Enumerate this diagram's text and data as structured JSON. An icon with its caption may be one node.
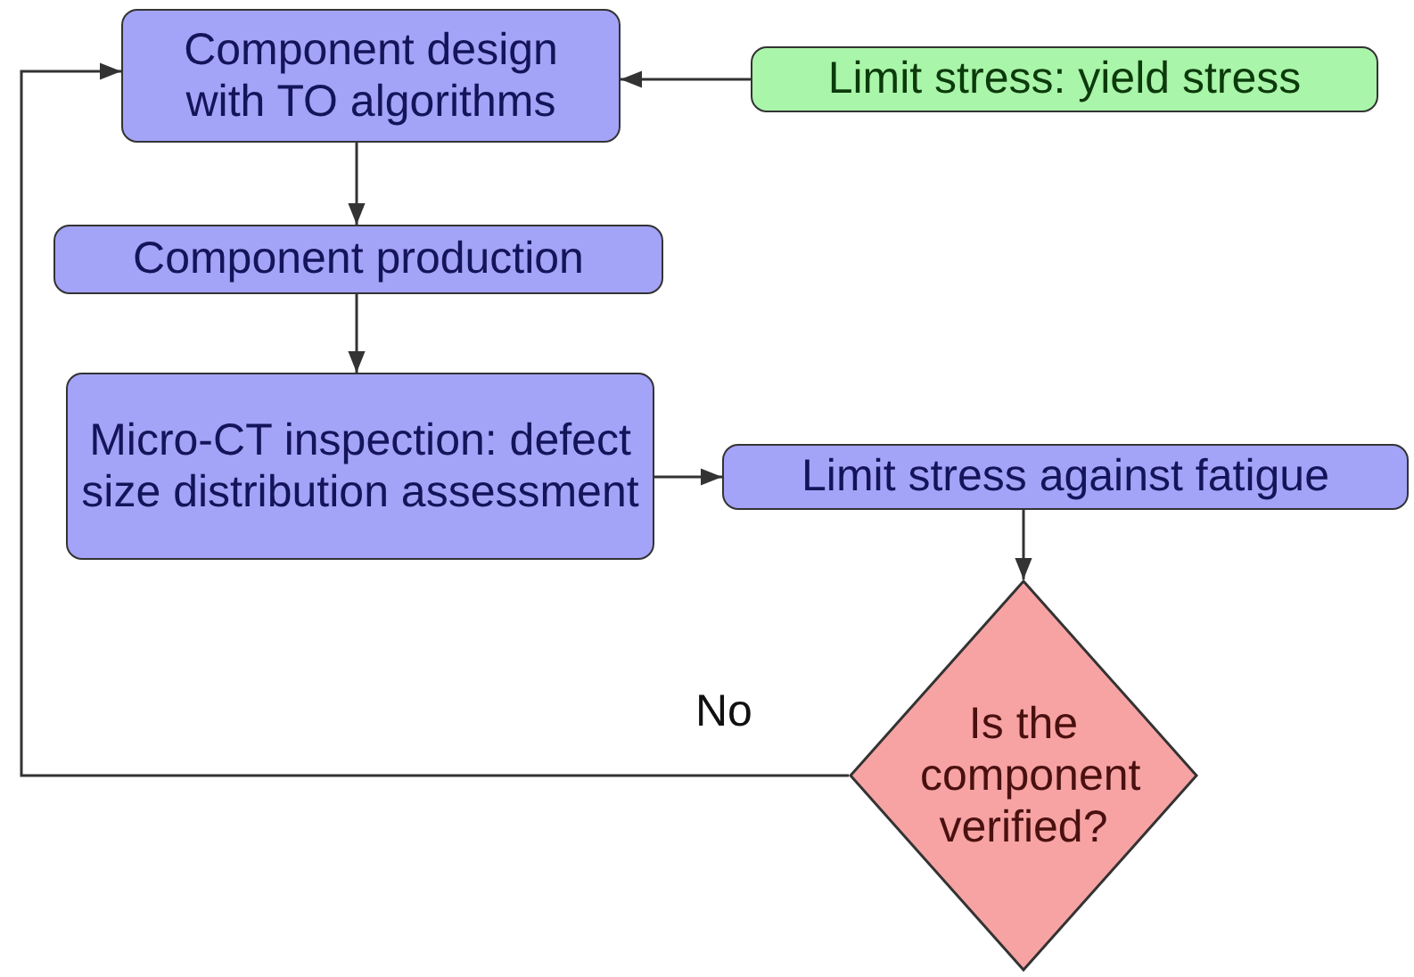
{
  "diagram": {
    "nodes": [
      {
        "text": [
          "Component design with TO algorithms"
        ]
      },
      {
        "text": [
          "Limit stress: yield stress"
        ]
      },
      {
        "text": [
          "Component  production"
        ]
      },
      {
        "text": [
          "Micro-CT inspection: defect size distribution assessment"
        ]
      },
      {
        "text": [
          "Limit stress against fatigue"
        ]
      },
      {
        "text": [
          "Is the component verified?"
        ]
      }
    ],
    "edges": [
      {
        "from": 1,
        "to": 0,
        "arrow": "to"
      },
      {
        "from": 0,
        "to": 2,
        "arrow": "to"
      },
      {
        "from": 2,
        "to": 3,
        "arrow": "to"
      },
      {
        "from": 3,
        "to": 4,
        "arrow": "to"
      },
      {
        "from": 4,
        "to": 5,
        "arrow": "to"
      },
      {
        "from": 5,
        "to": 0,
        "arrow": "to",
        "label": "No"
      }
    ]
  }
}
